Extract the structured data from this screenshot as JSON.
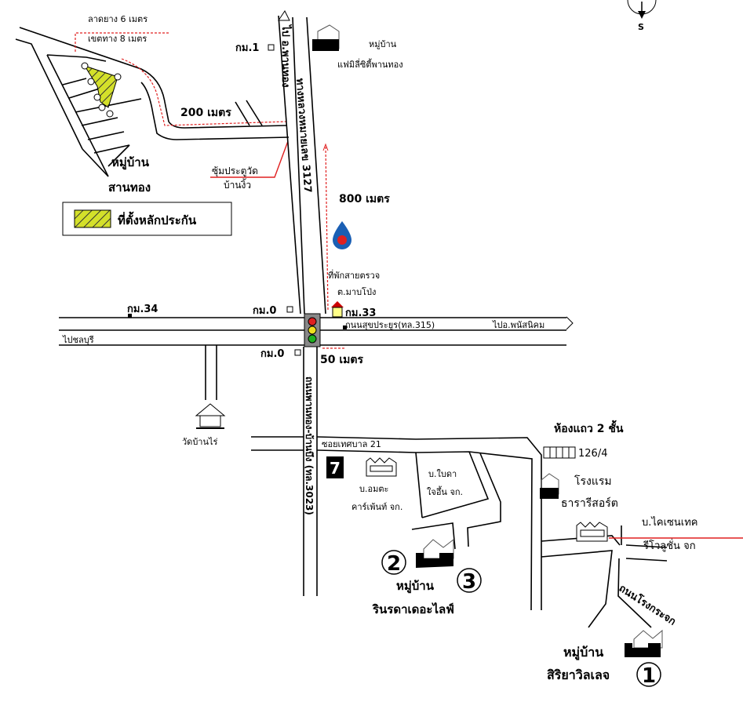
{
  "colors": {
    "plot": "#d4e02a",
    "route": "#e02020",
    "signal_red": "#e02020",
    "signal_yellow": "#f0e020",
    "signal_green": "#20b020"
  },
  "compass": {
    "label": "S"
  },
  "labels": {
    "pavement": "ลาดยาง 6 เมตร",
    "boundary": "เขตทาง 8 เมตร",
    "km1": "กม.1",
    "village_family_city_1": "หมู่บ้าน",
    "village_family_city_2": "แฟมิลี่ซิตี้พานทอง",
    "road_to_phanthong": "ไป อ.พานทอง",
    "highway_3127": "ทางหลวงหมายเลข 3127",
    "dist_200": "200 เมตร",
    "dist_800": "800 เมตร",
    "dist_50": "50 เมตร",
    "gate_1": "ซุ้มประตูวัด",
    "gate_2": "บ้านงิ้ว",
    "village_santhong_1": "หมู่บ้าน",
    "village_santhong_2": "สานทอง",
    "legend": "ที่ตั้งหลักประกัน",
    "police_1": "ที่พักสายตรวจ",
    "police_2": "ต.มาบโป่ง",
    "km34": "กม.34",
    "km0_top": "กม.0",
    "km0_bottom": "กม.0",
    "km33": "กม.33",
    "road_315": "ถนนสุขประยูร(ทล.315)",
    "to_phanatnikhom": "ไปอ.พนัสนิคม",
    "to_chonburi": "ไปชลบุรี",
    "road_3023": "ถนนพานทอง-บ้านบึง (ทล.3023)",
    "temple": "วัดบ้านไร่",
    "soi21": "ซอยเทศบาล 21",
    "shophouse": "ห้องแถว 2 ชั้น",
    "house_no": "126/4",
    "company_amata_1": "บ.อมตะ",
    "company_amata_2": "คาร์เพ้นท์ จก.",
    "company_baida_1": "บ.ใบดา",
    "company_baida_2": "ใจอึ้น จก.",
    "hotel_1": "โรงแรม",
    "hotel_2": "ธารารีสอร์ต",
    "company_kaisen_1": "บ.ไคเซนเทค",
    "company_kaisen_2": "รีโวลูชั่น จก",
    "village_rinrada_1": "หมู่บ้าน",
    "village_rinrada_2": "รินรดาเดอะไลฟ์",
    "road_glass": "ถนนโรงกระจก",
    "village_siriya_1": "หมู่บ้าน",
    "village_siriya_2": "สิริยาวิลเลจ",
    "marker1": "1",
    "marker2": "2",
    "marker3": "3",
    "seven_eleven": "7"
  },
  "icons": [
    "compass-icon",
    "collateral-plot-icon",
    "village-icon",
    "km-marker-icon",
    "gas-station-icon",
    "police-box-icon",
    "traffic-light-icon",
    "temple-icon",
    "factory-icon",
    "convenience-store-icon",
    "shophouse-icon"
  ]
}
